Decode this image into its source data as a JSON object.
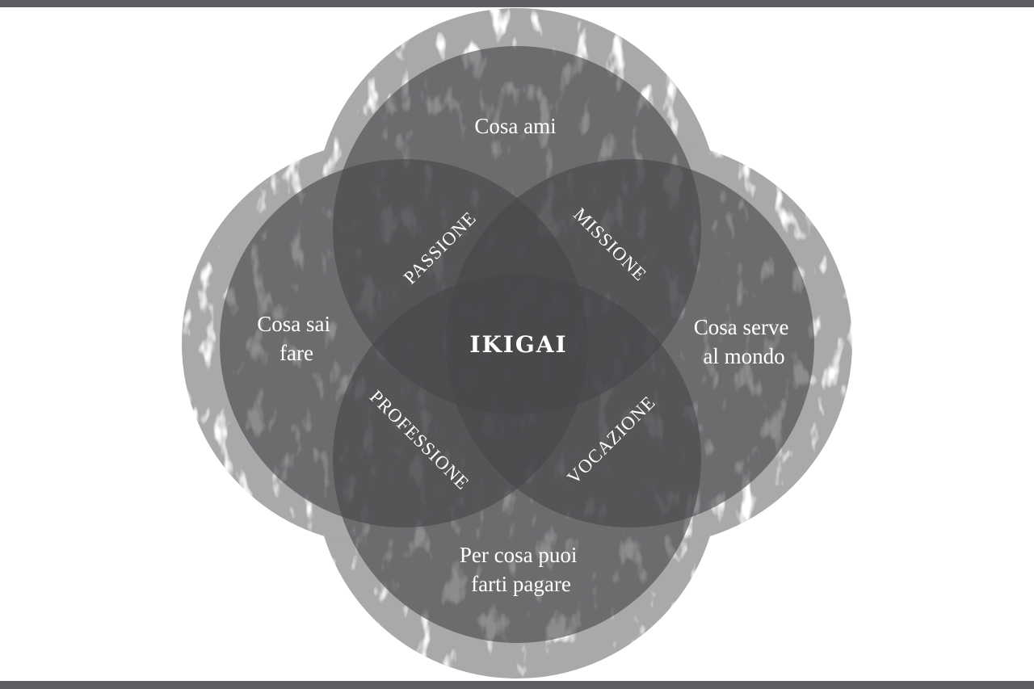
{
  "diagram": {
    "center": "IKIGAI",
    "circles": {
      "top": "Cosa ami",
      "left": [
        "Cosa sai",
        "fare"
      ],
      "right": [
        "Cosa serve",
        "al mondo"
      ],
      "bottom": [
        "Per cosa puoi",
        "farti pagare"
      ]
    },
    "overlaps": {
      "top_left": "PASSIONE",
      "top_right": "MISSIONE",
      "bottom_left": "PROFESSIONE",
      "bottom_right": "VOCAZIONE"
    }
  },
  "colors": {
    "frame": "#5e5e62",
    "background": "#ffffff",
    "outer_shape": "#a9a9ab",
    "circle_fill": "#47474b",
    "label": "#ffffff"
  }
}
